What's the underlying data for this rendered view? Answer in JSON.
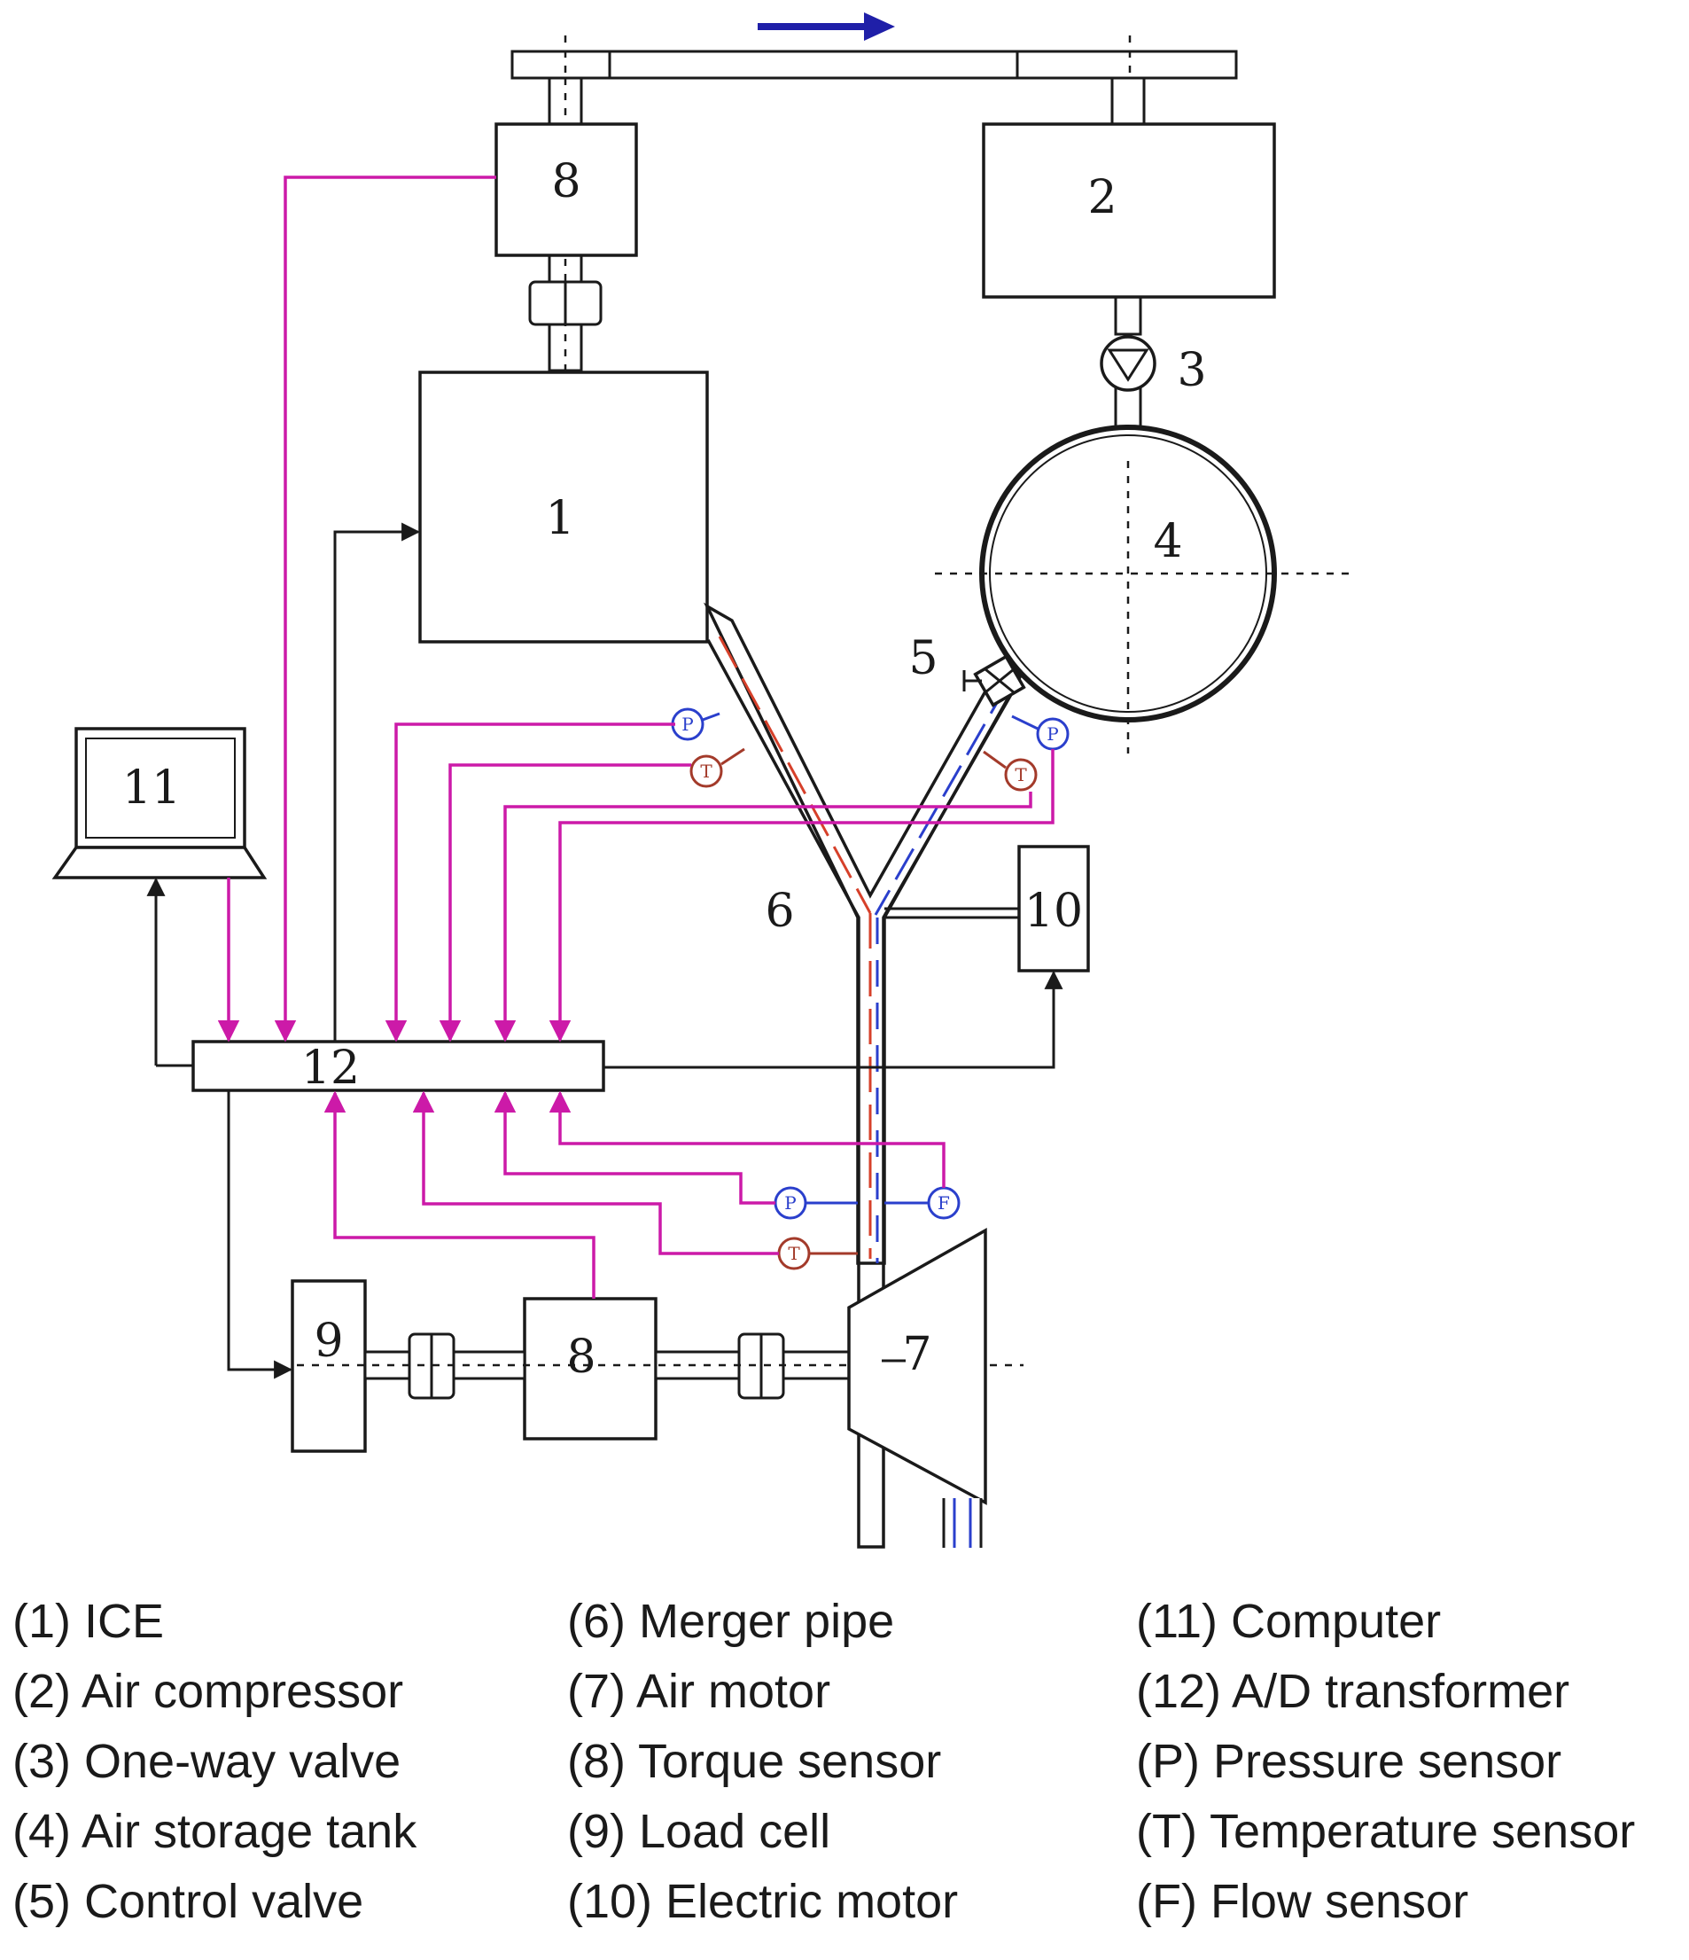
{
  "diagram": {
    "labels": {
      "ice": "1",
      "compressor": "2",
      "valve_oneway": "3",
      "tank": "4",
      "control_valve": "5",
      "merger_pipe": "6",
      "air_motor": "7",
      "torque_top": "8",
      "torque_bottom": "8",
      "load_cell": "9",
      "electric_motor": "10",
      "computer": "11",
      "ad": "12"
    },
    "sensors": {
      "p": "P",
      "t": "T",
      "f": "F"
    },
    "colors": {
      "signal": "#cc1aa8",
      "hot_stream": "#d6402a",
      "cold_stream": "#2a3fcc",
      "flow_arrow": "#1f1fa8"
    }
  },
  "legend": {
    "col1": [
      "(1) ICE",
      "(2) Air compressor",
      "(3) One-way valve",
      "(4) Air storage tank",
      "(5) Control valve"
    ],
    "col2": [
      "(6) Merger pipe",
      "(7) Air motor",
      "(8) Torque sensor",
      "(9) Load cell",
      "(10) Electric motor"
    ],
    "col3": [
      "(11) Computer",
      "(12) A/D transformer",
      "(P) Pressure sensor",
      "(T) Temperature sensor",
      "(F) Flow sensor"
    ]
  }
}
